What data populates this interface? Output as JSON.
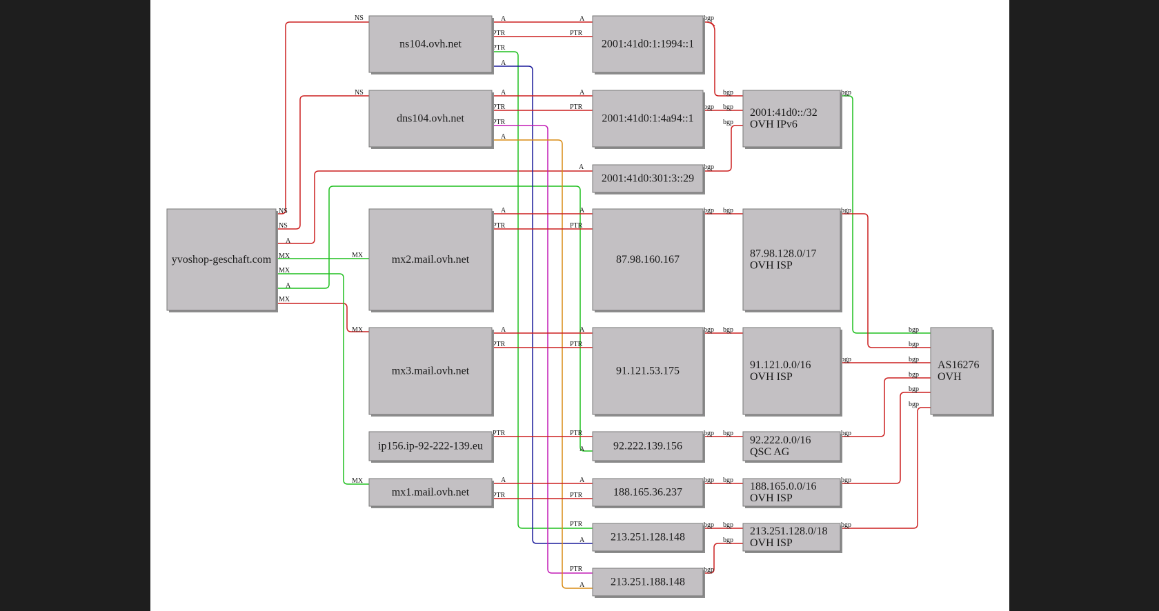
{
  "diagram": {
    "colors": {
      "red": "#cc1f1f",
      "green": "#1fbf1f",
      "blue": "#1a1a9a",
      "magenta": "#c21bb5",
      "orange": "#d88a12",
      "node_fill": "#c3c0c3",
      "background": "#ffffff"
    },
    "nodes": [
      {
        "id": "domain",
        "lines": [
          "yvoshop-geschaft.com"
        ]
      },
      {
        "id": "ns104",
        "lines": [
          "ns104.ovh.net"
        ]
      },
      {
        "id": "dns104",
        "lines": [
          "dns104.ovh.net"
        ]
      },
      {
        "id": "mx2",
        "lines": [
          "mx2.mail.ovh.net"
        ]
      },
      {
        "id": "mx3",
        "lines": [
          "mx3.mail.ovh.net"
        ]
      },
      {
        "id": "ip156",
        "lines": [
          "ip156.ip-92-222-139.eu"
        ]
      },
      {
        "id": "mx1",
        "lines": [
          "mx1.mail.ovh.net"
        ]
      },
      {
        "id": "ip6a",
        "lines": [
          "2001:41d0:1:1994::1"
        ]
      },
      {
        "id": "ip6b",
        "lines": [
          "2001:41d0:1:4a94::1"
        ]
      },
      {
        "id": "ip6c",
        "lines": [
          "2001:41d0:301:3::29"
        ]
      },
      {
        "id": "ip87",
        "lines": [
          "87.98.160.167"
        ]
      },
      {
        "id": "ip91",
        "lines": [
          "91.121.53.175"
        ]
      },
      {
        "id": "ip92",
        "lines": [
          "92.222.139.156"
        ]
      },
      {
        "id": "ip188",
        "lines": [
          "188.165.36.237"
        ]
      },
      {
        "id": "ip213a",
        "lines": [
          "213.251.128.148"
        ]
      },
      {
        "id": "ip213b",
        "lines": [
          "213.251.188.148"
        ]
      },
      {
        "id": "net6",
        "lines": [
          "2001:41d0::/32",
          "OVH IPv6"
        ]
      },
      {
        "id": "net87",
        "lines": [
          "87.98.128.0/17",
          "OVH ISP"
        ]
      },
      {
        "id": "net91",
        "lines": [
          "91.121.0.0/16",
          "OVH ISP"
        ]
      },
      {
        "id": "net92",
        "lines": [
          "92.222.0.0/16",
          "QSC AG"
        ]
      },
      {
        "id": "net188",
        "lines": [
          "188.165.0.0/16",
          "OVH ISP"
        ]
      },
      {
        "id": "net213",
        "lines": [
          "213.251.128.0/18",
          "OVH ISP"
        ]
      },
      {
        "id": "as",
        "lines": [
          "AS16276",
          "OVH"
        ]
      }
    ],
    "edge_labels": {
      "ns": "NS",
      "a": "A",
      "ptr": "PTR",
      "mx": "MX",
      "bgp": "bgp"
    }
  }
}
